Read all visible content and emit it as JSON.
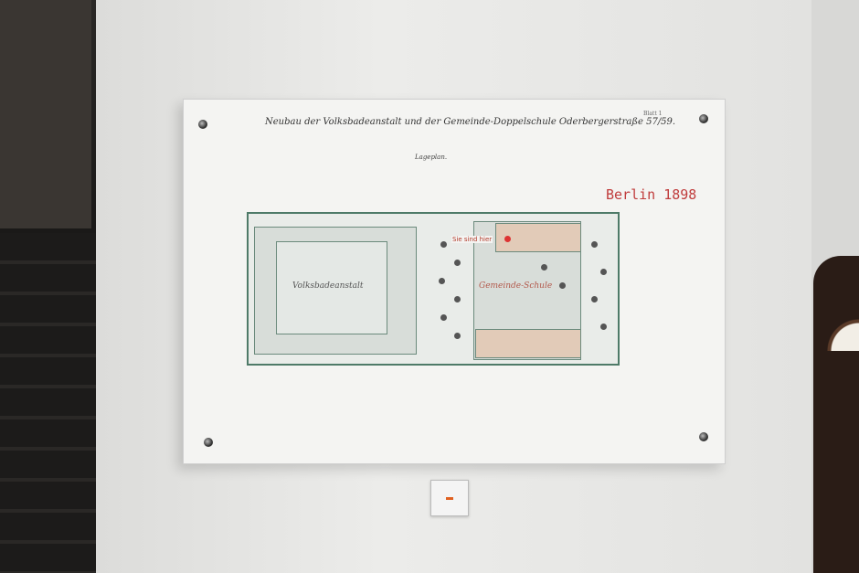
{
  "plaque": {
    "title": "Neubau der Volksbadeanstalt und der Gemeinde-Doppelschule Oderbergerstraße 57/59.",
    "sheet": "Blatt 1",
    "subtitle": "Lageplan.",
    "stamp": "Berlin 1898",
    "marker_label": "Sie sind hier",
    "building_left": "Volksbadeanstalt",
    "building_right": "Gemeinde-Schule"
  },
  "colors": {
    "stamp": "#c03c3c",
    "plan_lines": "#4e7a68",
    "marker": "#dd3333"
  }
}
